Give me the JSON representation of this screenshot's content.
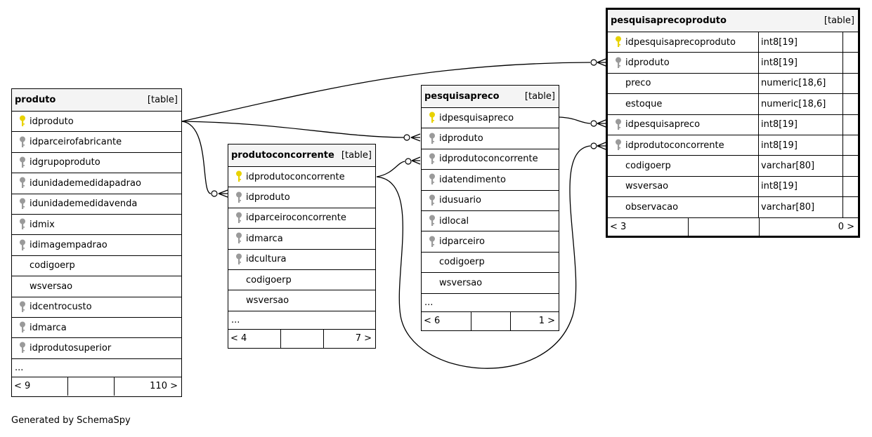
{
  "footer_text": "Generated by SchemaSpy",
  "colors": {
    "primary_key": "#e8d200",
    "foreign_key": "#9a9a9a",
    "header_bg": "#f4f4f4"
  },
  "tables": {
    "produto": {
      "name": "produto",
      "type": "[table]",
      "columns": [
        {
          "name": "idproduto",
          "key": "pk"
        },
        {
          "name": "idparceirofabricante",
          "key": "fk"
        },
        {
          "name": "idgrupoproduto",
          "key": "fk"
        },
        {
          "name": "idunidademedidapadrao",
          "key": "fk"
        },
        {
          "name": "idunidademedidavenda",
          "key": "fk"
        },
        {
          "name": "idmix",
          "key": "fk"
        },
        {
          "name": "idimagempadrao",
          "key": "fk"
        },
        {
          "name": "codigoerp",
          "key": ""
        },
        {
          "name": "wsversao",
          "key": ""
        },
        {
          "name": "idcentrocusto",
          "key": "fk"
        },
        {
          "name": "idmarca",
          "key": "fk"
        },
        {
          "name": "idprodutosuperior",
          "key": "fk"
        }
      ],
      "ellipsis": "...",
      "footer": {
        "left": "< 9",
        "right": "110 >"
      }
    },
    "produtoconcorrente": {
      "name": "produtoconcorrente",
      "type": "[table]",
      "columns": [
        {
          "name": "idprodutoconcorrente",
          "key": "pk"
        },
        {
          "name": "idproduto",
          "key": "fk"
        },
        {
          "name": "idparceiroconcorrente",
          "key": "fk"
        },
        {
          "name": "idmarca",
          "key": "fk"
        },
        {
          "name": "idcultura",
          "key": "fk"
        },
        {
          "name": "codigoerp",
          "key": ""
        },
        {
          "name": "wsversao",
          "key": ""
        }
      ],
      "ellipsis": "...",
      "footer": {
        "left": "< 4",
        "right": "7 >"
      }
    },
    "pesquisapreco": {
      "name": "pesquisapreco",
      "type": "[table]",
      "columns": [
        {
          "name": "idpesquisapreco",
          "key": "pk"
        },
        {
          "name": "idproduto",
          "key": "fk"
        },
        {
          "name": "idprodutoconcorrente",
          "key": "fk"
        },
        {
          "name": "idatendimento",
          "key": "fk"
        },
        {
          "name": "idusuario",
          "key": "fk"
        },
        {
          "name": "idlocal",
          "key": "fk"
        },
        {
          "name": "idparceiro",
          "key": "fk"
        },
        {
          "name": "codigoerp",
          "key": ""
        },
        {
          "name": "wsversao",
          "key": ""
        }
      ],
      "ellipsis": "...",
      "footer": {
        "left": "< 6",
        "right": "1 >"
      }
    },
    "pesquisaprecoproduto": {
      "name": "pesquisaprecoproduto",
      "type": "[table]",
      "columns": [
        {
          "name": "idpesquisaprecoproduto",
          "key": "pk",
          "type": "int8[19]"
        },
        {
          "name": "idproduto",
          "key": "fk",
          "type": "int8[19]"
        },
        {
          "name": "preco",
          "key": "",
          "type": "numeric[18,6]"
        },
        {
          "name": "estoque",
          "key": "",
          "type": "numeric[18,6]"
        },
        {
          "name": "idpesquisapreco",
          "key": "fk",
          "type": "int8[19]"
        },
        {
          "name": "idprodutoconcorrente",
          "key": "fk",
          "type": "int8[19]"
        },
        {
          "name": "codigoerp",
          "key": "",
          "type": "varchar[80]"
        },
        {
          "name": "wsversao",
          "key": "",
          "type": "int8[19]"
        },
        {
          "name": "observacao",
          "key": "",
          "type": "varchar[80]"
        }
      ],
      "footer": {
        "left": "< 3",
        "right": "0 >"
      }
    }
  }
}
